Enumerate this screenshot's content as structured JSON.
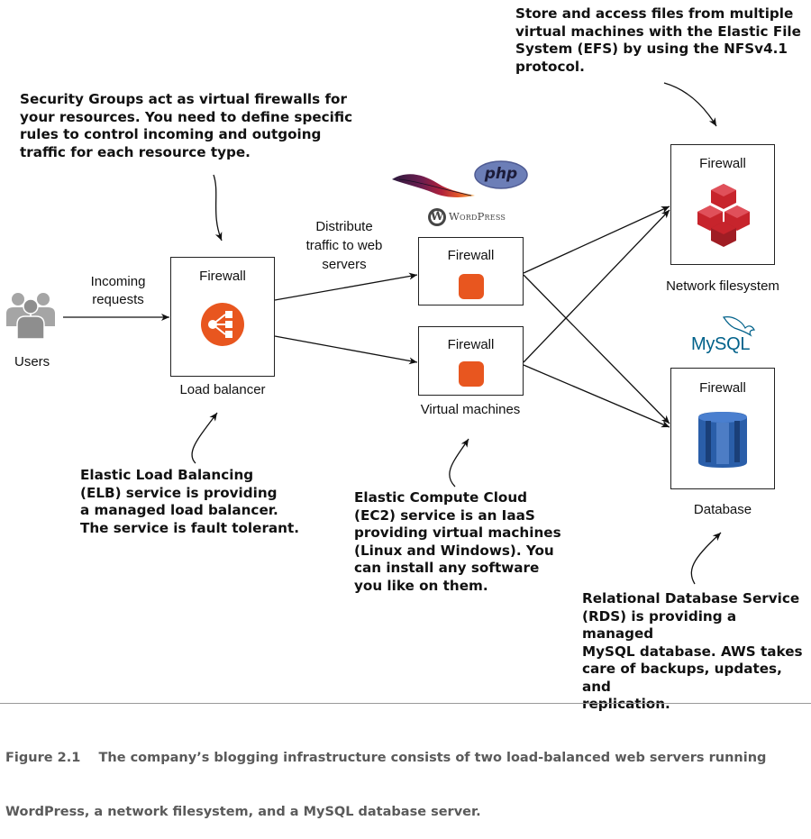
{
  "callouts": {
    "efs": [
      "Store and access files from multiple",
      "virtual machines with the Elastic File",
      "System (EFS) by using the NFSv4.1",
      "protocol."
    ],
    "security_groups": [
      "Security Groups act as virtual firewalls for",
      "your resources. You need to define specific",
      "rules to control incoming and outgoing",
      "traffic for each resource type."
    ],
    "elb": [
      "Elastic Load Balancing",
      "(ELB) service is providing",
      "a managed load balancer.",
      "The service is fault tolerant."
    ],
    "ec2": [
      "Elastic Compute Cloud",
      "(EC2) service is an IaaS",
      "providing virtual machines",
      "(Linux and Windows). You",
      "can install any software",
      "you like on them."
    ],
    "rds": [
      "Relational Database Service",
      "(RDS) is providing a managed",
      "MySQL database. AWS takes",
      "care of backups, updates, and",
      "replication."
    ]
  },
  "labels": {
    "users": "Users",
    "incoming": [
      "Incoming",
      "requests"
    ],
    "distribute": [
      "Distribute",
      "traffic to web",
      "servers"
    ],
    "load_balancer": "Load balancer",
    "virtual_machines": "Virtual machines",
    "network_filesystem": "Network filesystem",
    "database": "Database",
    "firewall": "Firewall"
  },
  "logos": {
    "php": "php",
    "wordpress": "WordPress",
    "mysql": "MySQL"
  },
  "icons": [
    "users-icon",
    "elb-icon",
    "ec2-icon",
    "efs-icon",
    "rds-icon",
    "apache-feather-icon"
  ],
  "colors": {
    "aws_orange": "#e8561f",
    "efs_red": "#c7242c",
    "rds_blue": "#2a5ea9",
    "php_purple": "#6c7eb7",
    "mysql_blue": "#00618a",
    "mysql_orange": "#e48e00",
    "caption_gray": "#5a5a5a"
  },
  "caption": {
    "line1": "Figure 2.1    The company’s blogging infrastructure consists of two load-balanced web servers running",
    "line2": "WordPress, a network filesystem, and a MySQL database server."
  }
}
